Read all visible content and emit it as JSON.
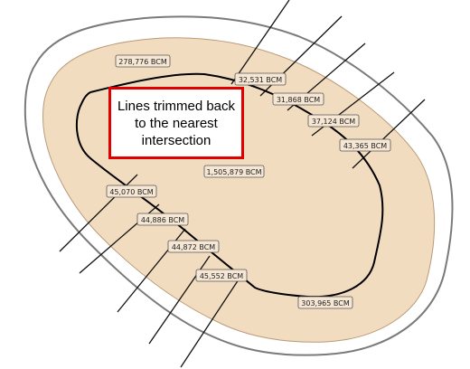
{
  "callout": {
    "text": "Lines trimmed back\nto the nearest\nintersection"
  },
  "labels": {
    "outer_top": "278,776 BCM",
    "slice_1": "32,531 BCM",
    "slice_2": "31,868 BCM",
    "slice_3": "37,124 BCM",
    "slice_4": "43,365 BCM",
    "center": "1,505,879 BCM",
    "slice_5": "45,070 BCM",
    "slice_6": "44,886 BCM",
    "slice_7": "44,872 BCM",
    "slice_8": "45,552 BCM",
    "outer_bottom": "303,965 BCM"
  },
  "colors": {
    "region_fill": "#f2dcc0",
    "outer_ring_fill": "#ffffff",
    "outer_stroke": "#7a7a7a",
    "inner_stroke": "#000000",
    "label_bg": "#f6e7d4",
    "callout_border": "#e00000"
  }
}
